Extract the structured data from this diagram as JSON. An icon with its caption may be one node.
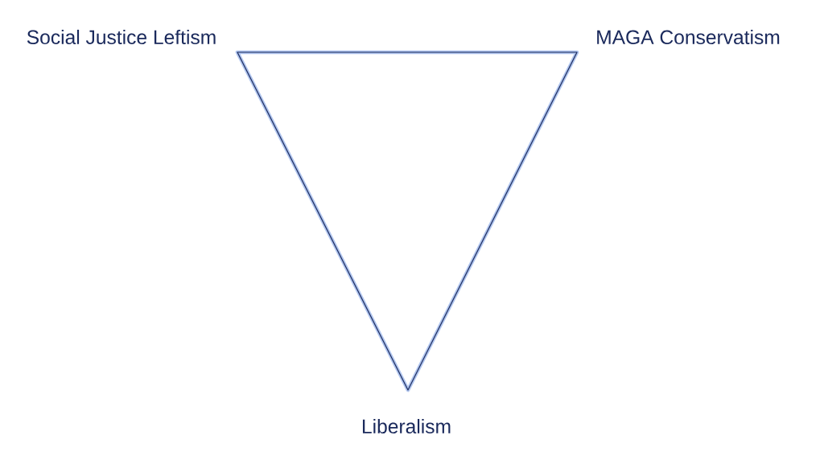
{
  "diagram": {
    "nodes": [
      {
        "text": [],
        "shape": "triangle"
      }
    ],
    "labels": [
      "Social Justice Leftism",
      "MAGA Conservatism",
      "Liberalism"
    ]
  }
}
